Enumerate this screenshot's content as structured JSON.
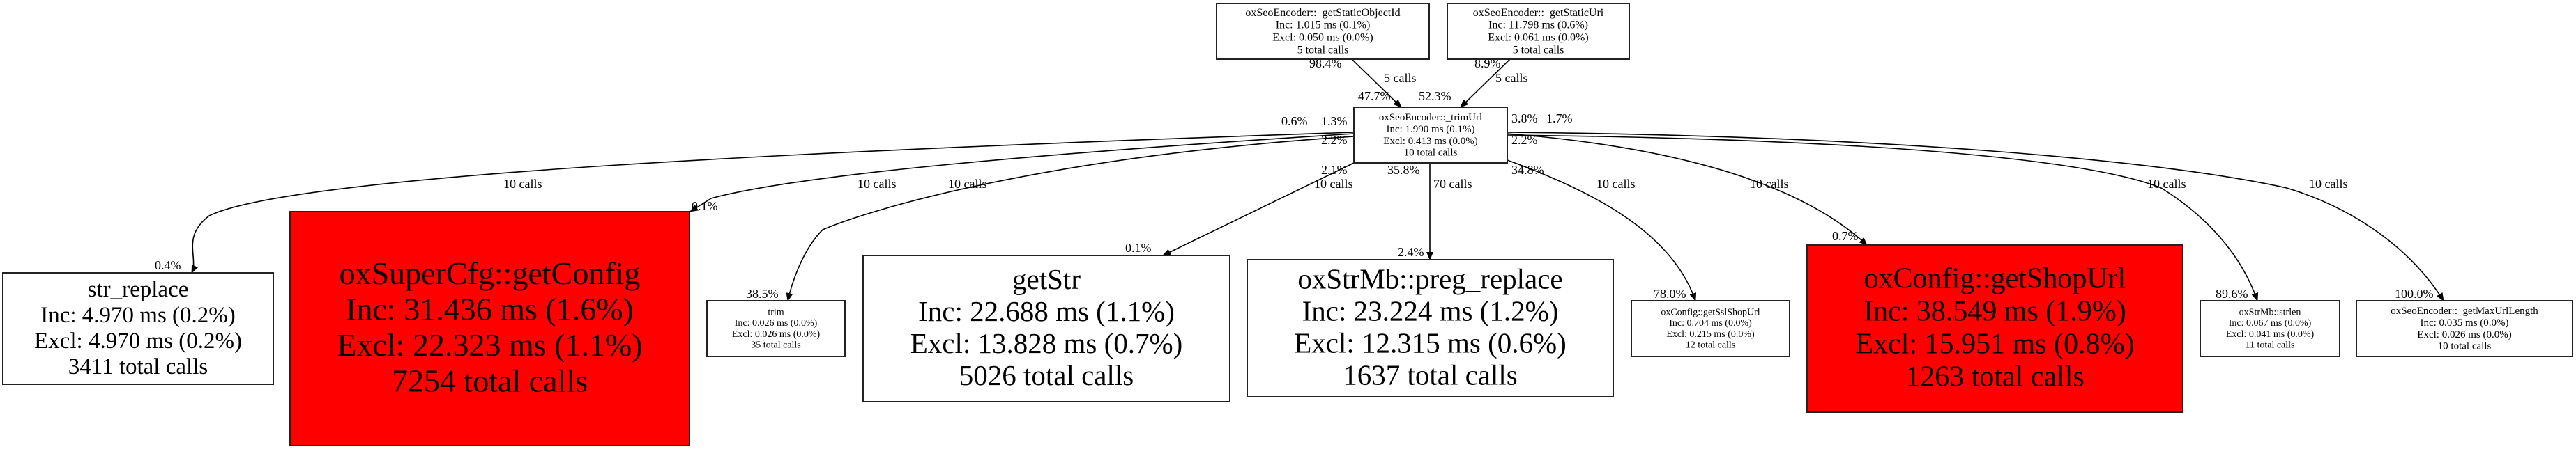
{
  "colors": {
    "hot": "#ff0000",
    "normal": "#ffffff",
    "edge": "#000000"
  },
  "nodes": [
    {
      "id": "getStaticObjectId",
      "name": "oxSeoEncoder::_getStaticObjectId",
      "inc": "Inc: 1.015 ms (0.1%)",
      "excl": "Excl: 0.050 ms (0.0%)",
      "calls": "5 total calls",
      "hot": false
    },
    {
      "id": "getStaticUri",
      "name": "oxSeoEncoder::_getStaticUri",
      "inc": "Inc: 11.798 ms (0.6%)",
      "excl": "Excl: 0.061 ms (0.0%)",
      "calls": "5 total calls",
      "hot": false
    },
    {
      "id": "trimUrl",
      "name": "oxSeoEncoder::_trimUrl",
      "inc": "Inc: 1.990 ms (0.1%)",
      "excl": "Excl: 0.413 ms (0.0%)",
      "calls": "10 total calls",
      "hot": false
    },
    {
      "id": "str_replace",
      "name": "str_replace",
      "inc": "Inc: 4.970 ms (0.2%)",
      "excl": "Excl: 4.970 ms (0.2%)",
      "calls": "3411 total calls",
      "hot": false
    },
    {
      "id": "getConfig",
      "name": "oxSuperCfg::getConfig",
      "inc": "Inc: 31.436 ms (1.6%)",
      "excl": "Excl: 22.323 ms (1.1%)",
      "calls": "7254 total calls",
      "hot": true
    },
    {
      "id": "trim",
      "name": "trim",
      "inc": "Inc: 0.026 ms (0.0%)",
      "excl": "Excl: 0.026 ms (0.0%)",
      "calls": "35 total calls",
      "hot": false
    },
    {
      "id": "getStr",
      "name": "getStr",
      "inc": "Inc: 22.688 ms (1.1%)",
      "excl": "Excl: 13.828 ms (0.7%)",
      "calls": "5026 total calls",
      "hot": false
    },
    {
      "id": "preg_replace",
      "name": "oxStrMb::preg_replace",
      "inc": "Inc: 23.224 ms (1.2%)",
      "excl": "Excl: 12.315 ms (0.6%)",
      "calls": "1637 total calls",
      "hot": false
    },
    {
      "id": "getSslShopUrl",
      "name": "oxConfig::getSslShopUrl",
      "inc": "Inc: 0.704 ms (0.0%)",
      "excl": "Excl: 0.215 ms (0.0%)",
      "calls": "12 total calls",
      "hot": false
    },
    {
      "id": "getShopUrl",
      "name": "oxConfig::getShopUrl",
      "inc": "Inc: 38.549 ms (1.9%)",
      "excl": "Excl: 15.951 ms (0.8%)",
      "calls": "1263 total calls",
      "hot": true
    },
    {
      "id": "strlen",
      "name": "oxStrMb::strlen",
      "inc": "Inc: 0.067 ms (0.0%)",
      "excl": "Excl: 0.041 ms (0.0%)",
      "calls": "11 total calls",
      "hot": false
    },
    {
      "id": "getMaxUrlLength",
      "name": "oxSeoEncoder::_getMaxUrlLength",
      "inc": "Inc: 0.035 ms (0.0%)",
      "excl": "Excl: 0.026 ms (0.0%)",
      "calls": "10 total calls",
      "hot": false
    }
  ],
  "edges": [
    {
      "from": "getStaticObjectId",
      "to": "trimUrl",
      "calls": "5 calls",
      "src_pct": "98.4%",
      "dst_pct": "47.7%"
    },
    {
      "from": "getStaticUri",
      "to": "trimUrl",
      "calls": "5 calls",
      "src_pct": "8.9%",
      "dst_pct": "52.3%"
    },
    {
      "from": "trimUrl",
      "to": "str_replace",
      "calls": "10 calls",
      "src_pct": "0.6%",
      "dst_pct": "0.4%"
    },
    {
      "from": "trimUrl",
      "to": "getConfig",
      "calls": "10 calls",
      "src_pct": "1.3%",
      "dst_pct": "0.1%"
    },
    {
      "from": "trimUrl",
      "to": "trim",
      "calls": "10 calls",
      "src_pct": "2.2%",
      "dst_pct": "38.5%"
    },
    {
      "from": "trimUrl",
      "to": "getStr",
      "calls": "10 calls",
      "src_pct": "2.1%",
      "dst_pct": "0.1%"
    },
    {
      "from": "trimUrl",
      "to": "preg_replace",
      "calls": "70 calls",
      "src_pct": "35.8%",
      "dst_pct": "2.4%"
    },
    {
      "from": "trimUrl",
      "to": "getSslShopUrl",
      "calls": "10 calls",
      "src_pct": "34.8%",
      "dst_pct": "78.0%"
    },
    {
      "from": "trimUrl",
      "to": "getShopUrl",
      "calls": "10 calls",
      "src_pct": "3.8%",
      "dst_pct": "0.7%"
    },
    {
      "from": "trimUrl",
      "to": "strlen",
      "calls": "10 calls",
      "src_pct": "2.2%",
      "dst_pct": "89.6%"
    },
    {
      "from": "trimUrl",
      "to": "getMaxUrlLength",
      "calls": "10 calls",
      "src_pct": "1.7%",
      "dst_pct": "100.0%"
    }
  ]
}
